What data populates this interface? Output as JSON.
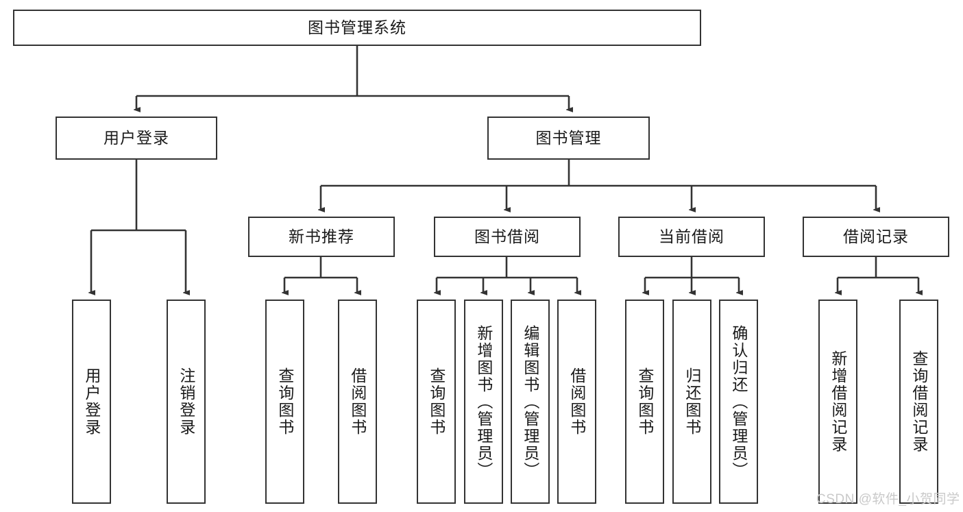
{
  "diagram": {
    "title": "图书管理系统",
    "type": "tree-hierarchy-chart",
    "root": {
      "label": "图书管理系统"
    },
    "level2": [
      {
        "label": "用户登录"
      },
      {
        "label": "图书管理"
      }
    ],
    "level3": [
      {
        "label": "新书推荐"
      },
      {
        "label": "图书借阅"
      },
      {
        "label": "当前借阅"
      },
      {
        "label": "借阅记录"
      }
    ],
    "leaves": {
      "user_login": [
        {
          "label": "用户登录"
        },
        {
          "label": "注销登录"
        }
      ],
      "new_book_recommend": [
        {
          "label": "查询图书"
        },
        {
          "label": "借阅图书"
        }
      ],
      "book_borrow": [
        {
          "label": "查询图书"
        },
        {
          "label": "新增图书（管理员）"
        },
        {
          "label": "编辑图书（管理员）"
        },
        {
          "label": "借阅图书"
        }
      ],
      "current_borrow": [
        {
          "label": "查询图书"
        },
        {
          "label": "归还图书"
        },
        {
          "label": "确认归还（管理员）"
        }
      ],
      "borrow_record": [
        {
          "label": "新增借阅记录"
        },
        {
          "label": "查询借阅记录"
        }
      ]
    },
    "watermark": "CSDN @软件_小贺同学",
    "colors": {
      "stroke": "#333333",
      "fill": "#ffffff",
      "text": "#1a1a1a",
      "watermark": "#c9c9c9"
    }
  }
}
